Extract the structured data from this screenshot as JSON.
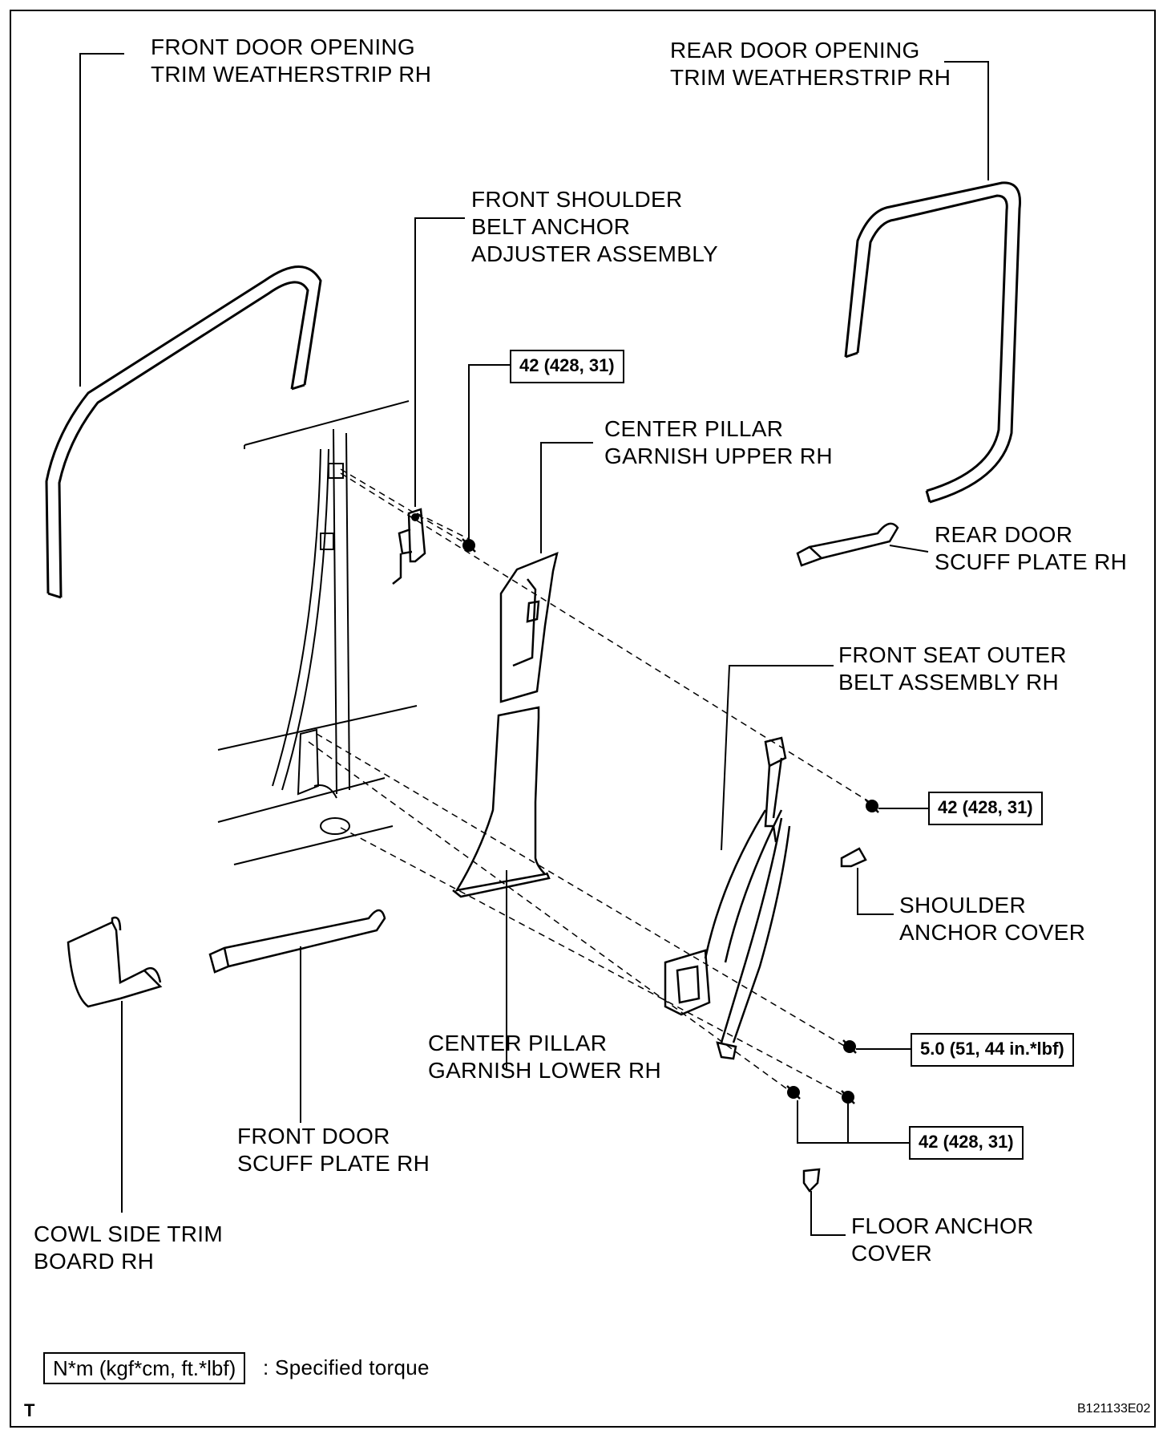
{
  "labels": {
    "front_door_weatherstrip": [
      "FRONT DOOR OPENING",
      "TRIM WEATHERSTRIP RH"
    ],
    "rear_door_weatherstrip": [
      "REAR DOOR OPENING",
      "TRIM WEATHERSTRIP RH"
    ],
    "front_shoulder_belt": [
      "FRONT SHOULDER",
      "BELT ANCHOR",
      "ADJUSTER ASSEMBLY"
    ],
    "center_pillar_upper": [
      "CENTER PILLAR",
      "GARNISH UPPER RH"
    ],
    "rear_door_scuff": [
      "REAR DOOR",
      "SCUFF PLATE RH"
    ],
    "front_seat_outer_belt": [
      "FRONT SEAT OUTER",
      "BELT ASSEMBLY RH"
    ],
    "shoulder_anchor_cover": [
      "SHOULDER",
      "ANCHOR COVER"
    ],
    "center_pillar_lower": [
      "CENTER PILLAR",
      "GARNISH LOWER RH"
    ],
    "front_door_scuff": [
      "FRONT DOOR",
      "SCUFF PLATE RH"
    ],
    "cowl_side_trim": [
      "COWL SIDE TRIM",
      "BOARD RH"
    ],
    "floor_anchor_cover": [
      "FLOOR ANCHOR",
      "COVER"
    ]
  },
  "torque": {
    "belt_anchor_adjuster": "42 (428, 31)",
    "shoulder_anchor": "42 (428, 31)",
    "belt_retractor_bolt": "5.0 (51, 44 in.*lbf)",
    "floor_anchor": "42 (428, 31)"
  },
  "legend": {
    "unit_box": "N*m (kgf*cm, ft.*lbf)",
    "description": ": Specified torque"
  },
  "footer": {
    "left_mark": "T",
    "figure_code": "B121133E02"
  }
}
